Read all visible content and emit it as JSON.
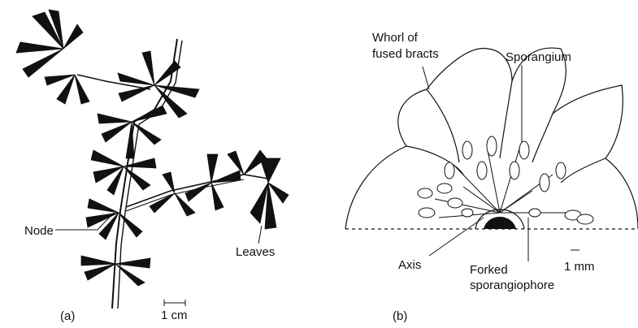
{
  "panel_a": {
    "labels": {
      "node": "Node",
      "leaves": "Leaves"
    },
    "scale": "1 cm",
    "caption": "(a)"
  },
  "panel_b": {
    "labels": {
      "whorl_line1": "Whorl of",
      "whorl_line2": "fused bracts",
      "sporangium": "Sporangium",
      "axis": "Axis",
      "forked_line1": "Forked",
      "forked_line2": "sporangiophore"
    },
    "scale": "1 mm",
    "caption": "(b)"
  },
  "colors": {
    "ink": "#111111",
    "background": "#ffffff"
  }
}
